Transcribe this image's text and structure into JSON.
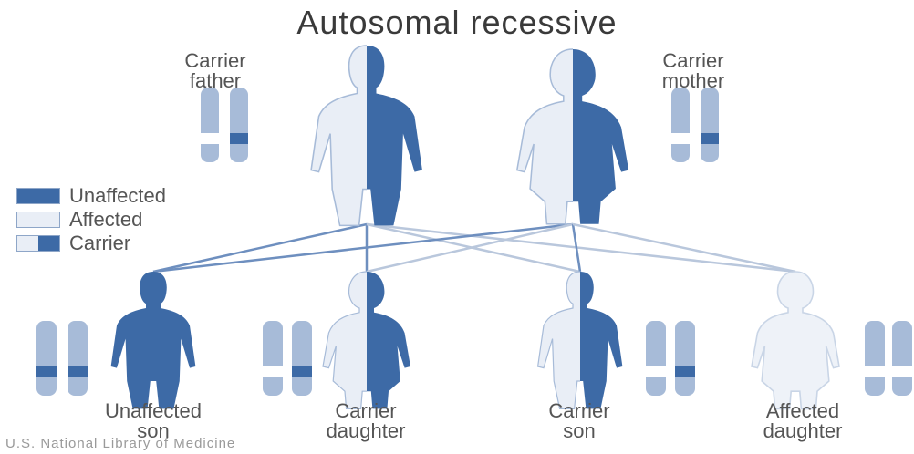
{
  "title": "Autosomal recessive",
  "parents": {
    "father_label": [
      "Carrier",
      "father"
    ],
    "mother_label": [
      "Carrier",
      "mother"
    ]
  },
  "legend": [
    {
      "label": "Unaffected",
      "style": "solid"
    },
    {
      "label": "Affected",
      "style": "light"
    },
    {
      "label": "Carrier",
      "style": "split"
    }
  ],
  "children": [
    {
      "label": [
        "Unaffected",
        "son"
      ],
      "status": "unaffected"
    },
    {
      "label": [
        "Carrier",
        "daughter"
      ],
      "status": "carrier"
    },
    {
      "label": [
        "Carrier",
        "son"
      ],
      "status": "carrier"
    },
    {
      "label": [
        "Affected",
        "daughter"
      ],
      "status": "affected"
    }
  ],
  "credit": "U.S. National Library of Medicine",
  "colors": {
    "dark": "#3d6aa6",
    "light": "#e9eef6",
    "mid": "#a7bbd8",
    "outline": "#8ea6c8"
  }
}
